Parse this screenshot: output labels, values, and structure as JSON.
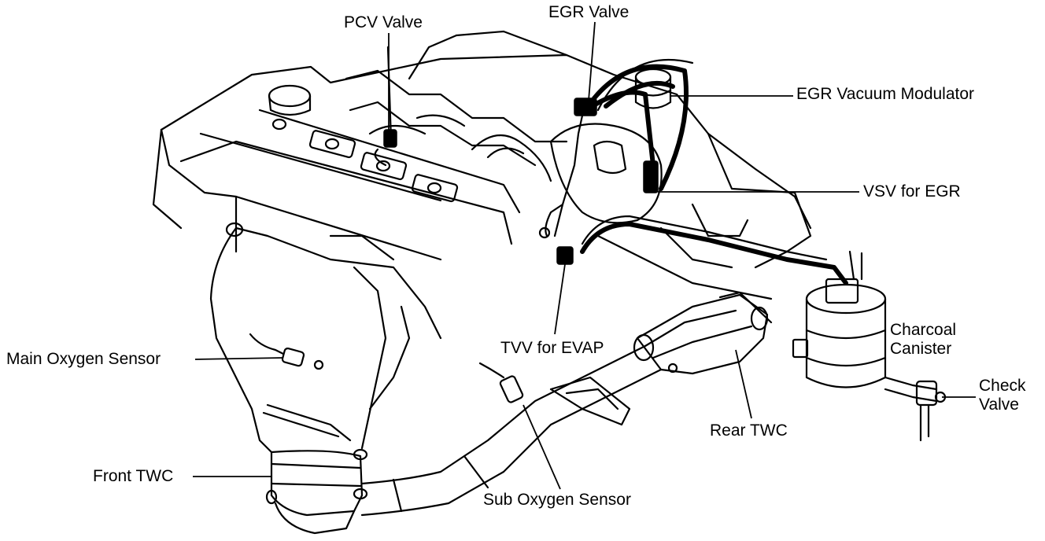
{
  "labels": {
    "pcv_valve": "PCV Valve",
    "egr_valve": "EGR Valve",
    "egr_vacuum_modulator": "EGR Vacuum Modulator",
    "vsv_for_egr": "VSV for EGR",
    "charcoal_canister": "Charcoal\nCanister",
    "check_valve": "Check\nValve",
    "tvv_for_evap": "TVV for EVAP",
    "main_oxygen_sensor": "Main Oxygen Sensor",
    "rear_twc": "Rear TWC",
    "front_twc": "Front TWC",
    "sub_oxygen_sensor": "Sub Oxygen Sensor"
  }
}
